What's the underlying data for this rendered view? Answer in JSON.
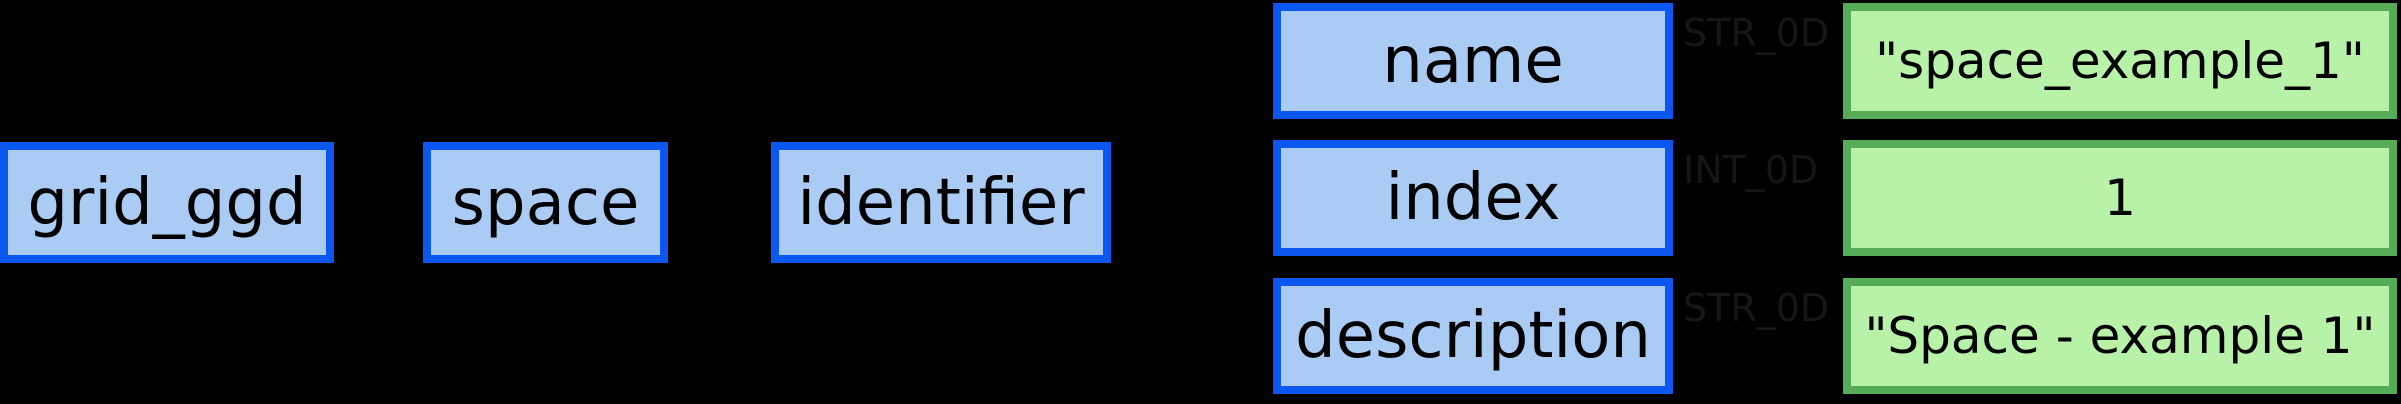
{
  "diagram": {
    "description": "IDS tree diagram: grid_ggd > space > identifier node with three leaf attributes and their values",
    "background_color": "#000000",
    "path_node_style": {
      "fill": "#a9cbf4",
      "border": "#0b57f0",
      "text_color": "#000000"
    },
    "value_node_style": {
      "fill": "#b7f2a8",
      "border": "#56ac56",
      "text_color": "#000000"
    },
    "edge_label_color": "#161616",
    "edge_color": "#000000",
    "path": [
      {
        "label": "grid_ggd"
      },
      {
        "label": "space"
      },
      {
        "label": "identifier"
      }
    ],
    "attributes": [
      {
        "name": "name",
        "type": "STR_0D",
        "value": "\"space_example_1\""
      },
      {
        "name": "index",
        "type": "INT_0D",
        "value": "1"
      },
      {
        "name": "description",
        "type": "STR_0D",
        "value": "\"Space - example 1\""
      }
    ]
  }
}
